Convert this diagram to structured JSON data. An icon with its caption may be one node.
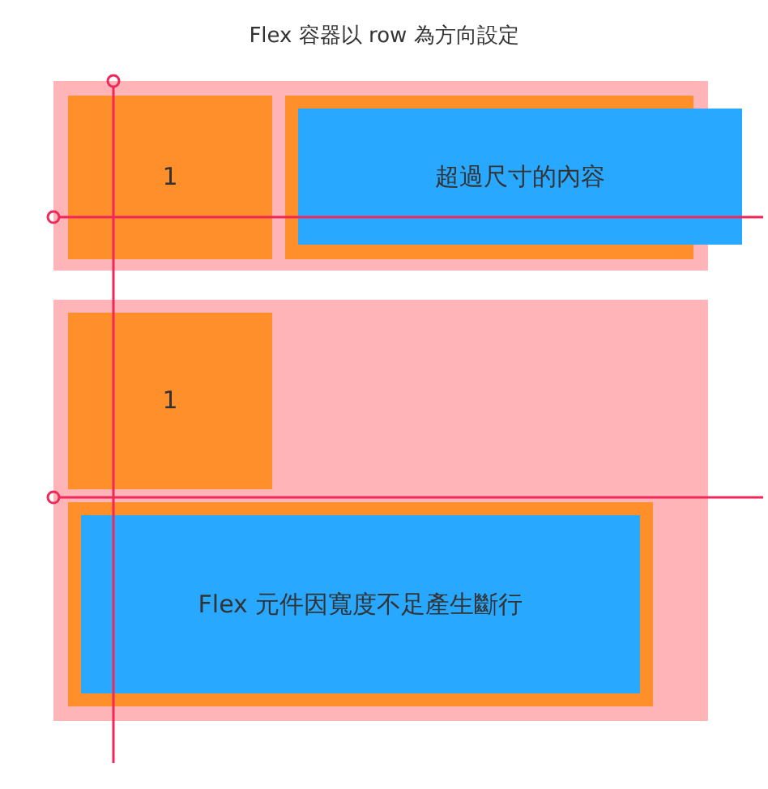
{
  "diagram": {
    "title": "Flex 容器以 row 為方向設定",
    "nodes": [
      {
        "text": [],
        "shape": "box"
      },
      {
        "text": [
          "1"
        ],
        "in": 0
      },
      {
        "text": [],
        "shape": "box",
        "in": 0
      },
      {
        "text": [
          "超過尺寸的內容"
        ],
        "in": 2
      },
      {
        "text": [],
        "shape": "box"
      },
      {
        "text": [
          "1"
        ],
        "in": 4
      },
      {
        "text": [],
        "shape": "box",
        "in": 4
      },
      {
        "text": [
          "Flex 元件因寬度不足產生斷行"
        ],
        "in": 6
      }
    ],
    "edges": []
  }
}
